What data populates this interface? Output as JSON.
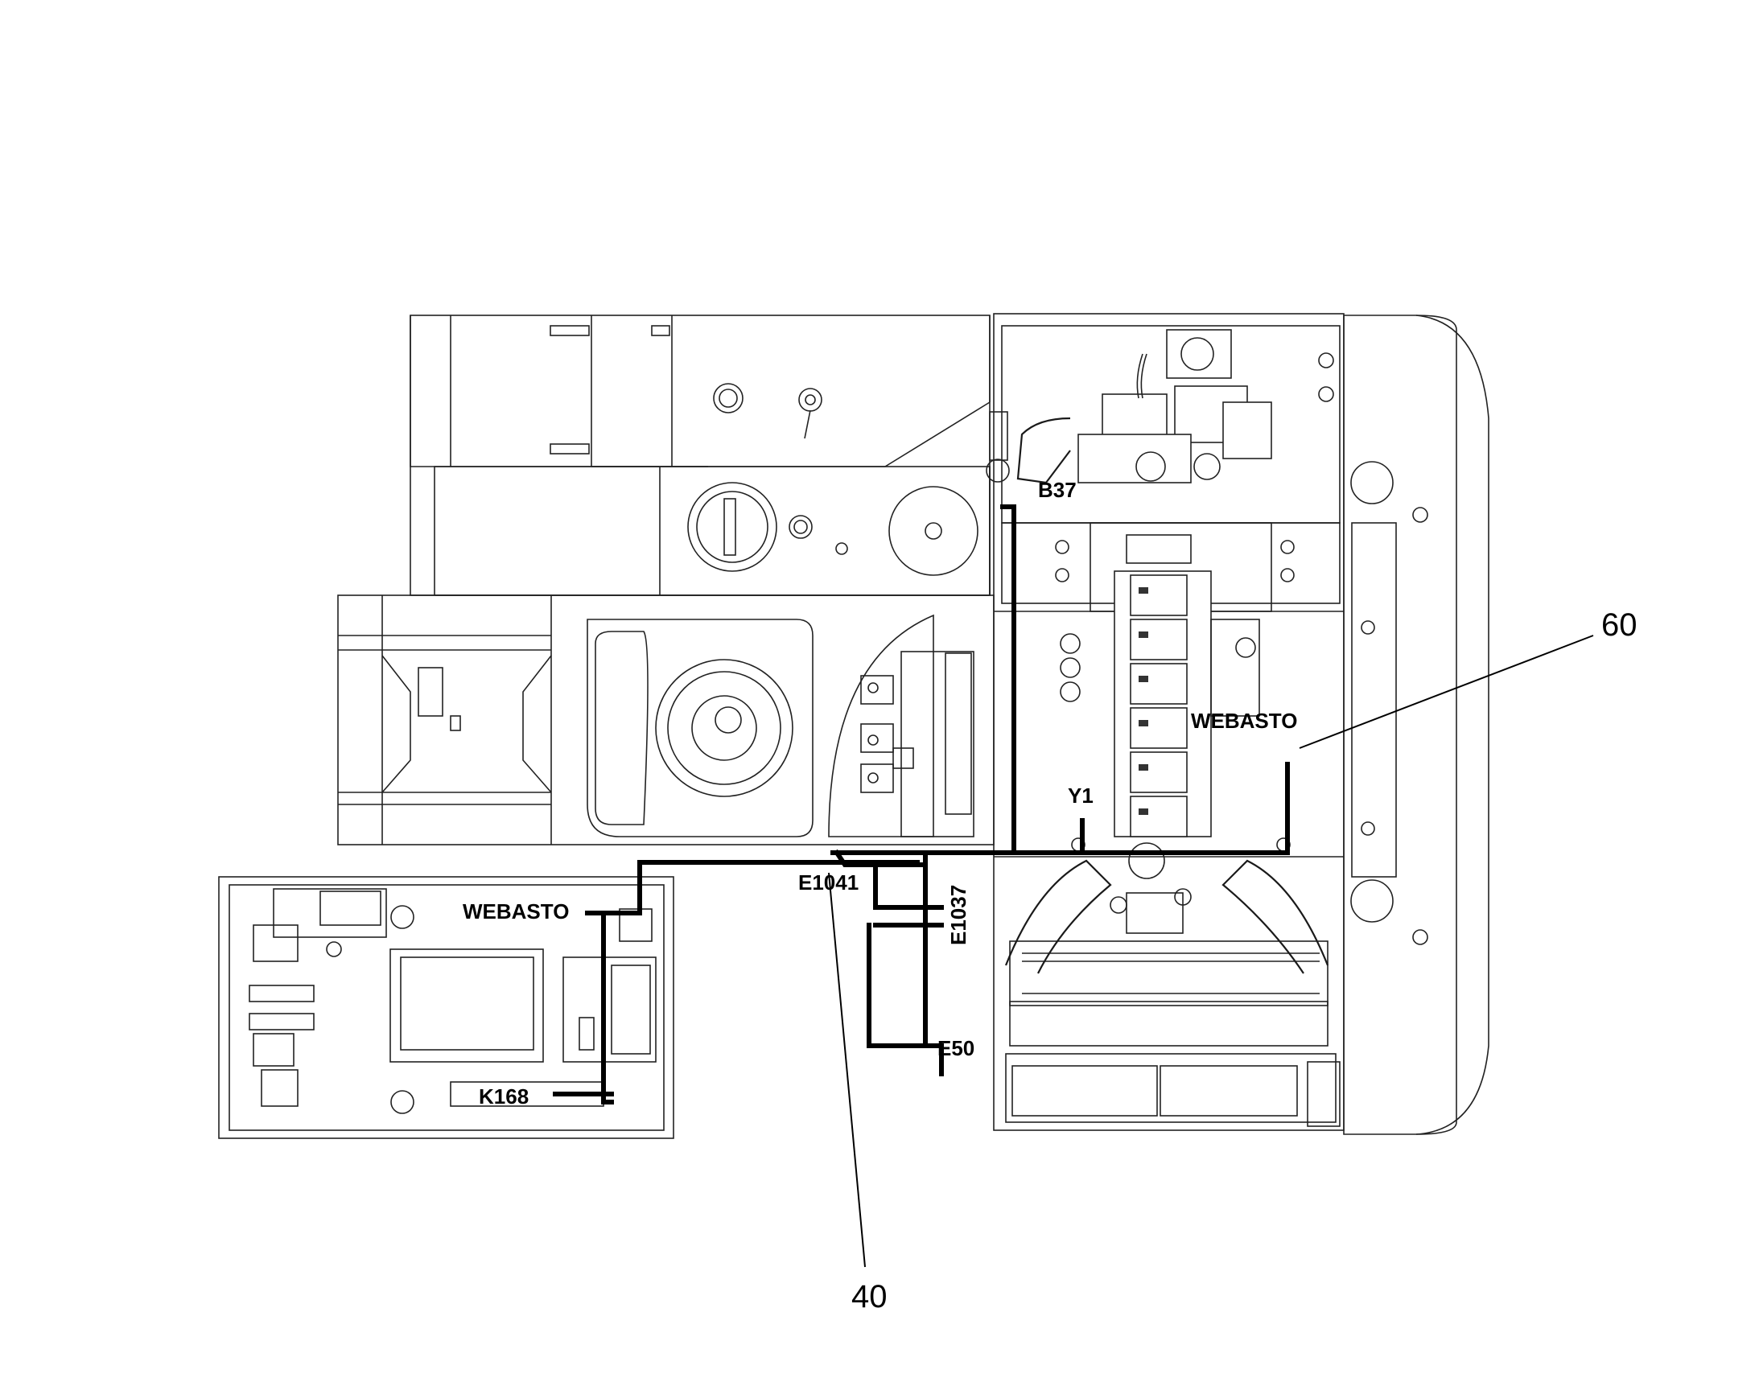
{
  "labels": {
    "b37": "B37",
    "y1": "Y1",
    "webasto_right": "WEBASTO",
    "webasto_left": "WEBASTO",
    "e1041": "E1041",
    "e1037": "E1037",
    "e50": "E50",
    "k168": "K168"
  },
  "callouts": {
    "harness_40": "40",
    "harness_60": "60"
  }
}
